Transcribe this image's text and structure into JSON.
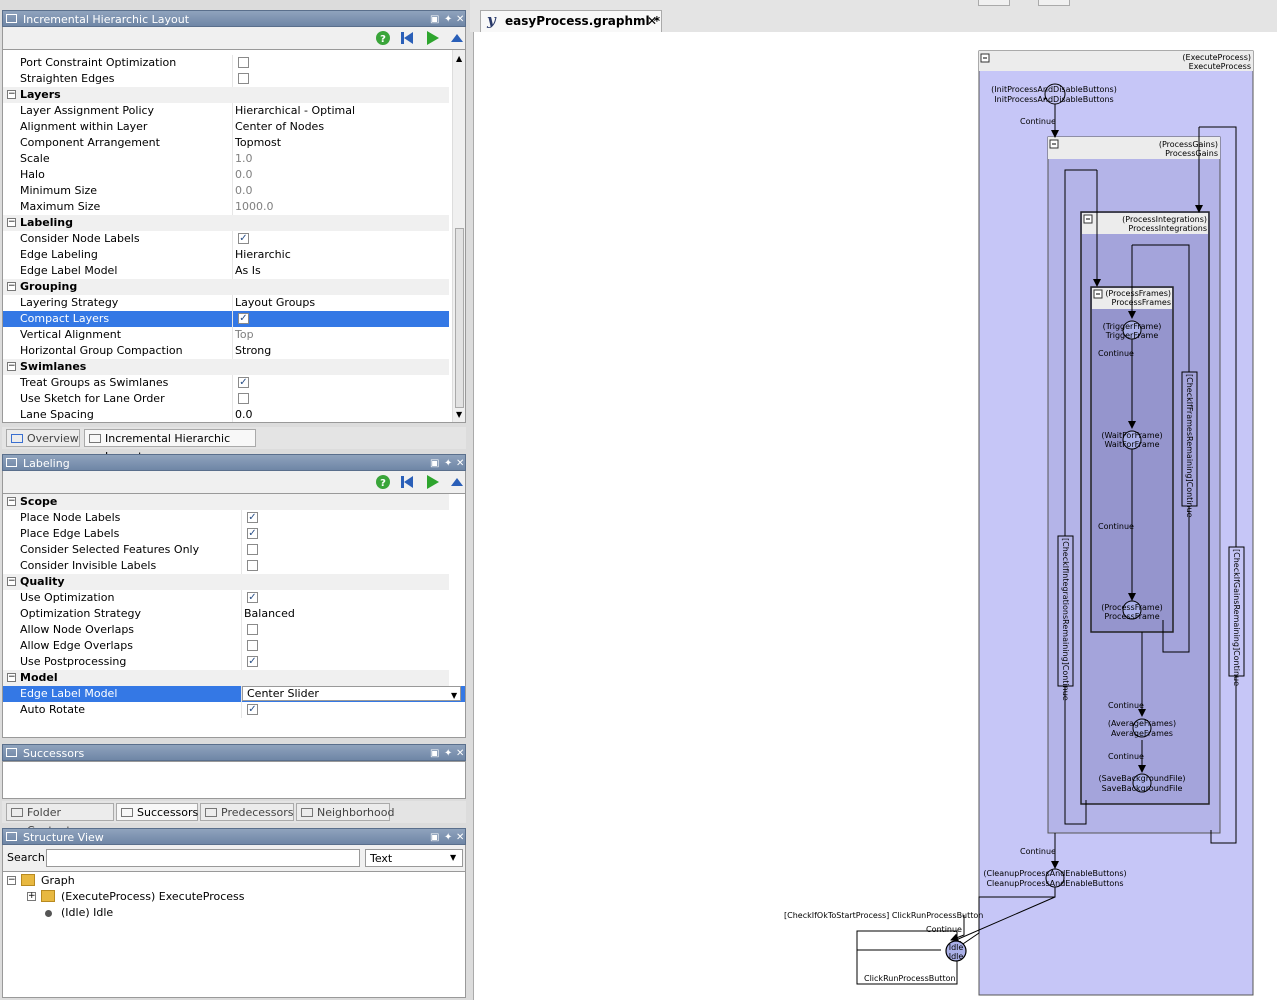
{
  "ihl_panel": {
    "title": "Incremental Hierarchic Layout",
    "rows": [
      {
        "type": "prop",
        "label": "Port Constraint Optimization",
        "value": "",
        "checkbox": true,
        "checked": false
      },
      {
        "type": "prop",
        "label": "Straighten Edges",
        "value": "",
        "checkbox": true,
        "checked": false
      },
      {
        "type": "cat",
        "label": "Layers"
      },
      {
        "type": "prop",
        "label": "Layer Assignment Policy",
        "value": "Hierarchical - Optimal"
      },
      {
        "type": "prop",
        "label": "Alignment within Layer",
        "value": "Center of Nodes"
      },
      {
        "type": "prop",
        "label": "Component Arrangement",
        "value": "Topmost"
      },
      {
        "type": "prop",
        "label": "Scale",
        "value": "1.0",
        "disabled": true
      },
      {
        "type": "prop",
        "label": "Halo",
        "value": "0.0",
        "disabled": true
      },
      {
        "type": "prop",
        "label": "Minimum Size",
        "value": "0.0",
        "disabled": true
      },
      {
        "type": "prop",
        "label": "Maximum Size",
        "value": "1000.0",
        "disabled": true
      },
      {
        "type": "cat",
        "label": "Labeling"
      },
      {
        "type": "prop",
        "label": "Consider Node Labels",
        "value": "",
        "checkbox": true,
        "checked": true
      },
      {
        "type": "prop",
        "label": "Edge Labeling",
        "value": "Hierarchic"
      },
      {
        "type": "prop",
        "label": "Edge Label Model",
        "value": "As Is"
      },
      {
        "type": "cat",
        "label": "Grouping"
      },
      {
        "type": "prop",
        "label": "Layering Strategy",
        "value": "Layout Groups"
      },
      {
        "type": "prop",
        "label": "Compact Layers",
        "value": "",
        "checkbox": true,
        "checked": true,
        "selected": true
      },
      {
        "type": "prop",
        "label": "Vertical Alignment",
        "value": "Top",
        "disabled": true
      },
      {
        "type": "prop",
        "label": "Horizontal Group Compaction",
        "value": "Strong"
      },
      {
        "type": "cat",
        "label": "Swimlanes"
      },
      {
        "type": "prop",
        "label": "Treat Groups as Swimlanes",
        "value": "",
        "checkbox": true,
        "checked": true
      },
      {
        "type": "prop",
        "label": "Use Sketch for Lane Order",
        "value": "",
        "checkbox": true,
        "checked": false
      },
      {
        "type": "prop",
        "label": "Lane Spacing",
        "value": "0.0"
      }
    ]
  },
  "tabs_top": [
    "Overview",
    "Incremental Hierarchic Layout"
  ],
  "labeling_panel": {
    "title": "Labeling",
    "rows": [
      {
        "type": "cat",
        "label": "Scope"
      },
      {
        "type": "prop",
        "label": "Place Node Labels",
        "value": "",
        "checkbox": true,
        "checked": true
      },
      {
        "type": "prop",
        "label": "Place Edge Labels",
        "value": "",
        "checkbox": true,
        "checked": true
      },
      {
        "type": "prop",
        "label": "Consider Selected Features Only",
        "value": "",
        "checkbox": true,
        "checked": false
      },
      {
        "type": "prop",
        "label": "Consider Invisible Labels",
        "value": "",
        "checkbox": true,
        "checked": false
      },
      {
        "type": "cat",
        "label": "Quality"
      },
      {
        "type": "prop",
        "label": "Use Optimization",
        "value": "",
        "checkbox": true,
        "checked": true
      },
      {
        "type": "prop",
        "label": "Optimization Strategy",
        "value": "Balanced"
      },
      {
        "type": "prop",
        "label": "Allow Node Overlaps",
        "value": "",
        "checkbox": true,
        "checked": false
      },
      {
        "type": "prop",
        "label": "Allow Edge Overlaps",
        "value": "",
        "checkbox": true,
        "checked": false
      },
      {
        "type": "prop",
        "label": "Use Postprocessing",
        "value": "",
        "checkbox": true,
        "checked": true
      },
      {
        "type": "cat",
        "label": "Model"
      },
      {
        "type": "prop",
        "label": "Edge Label Model",
        "value": "Center Slider",
        "selected": true,
        "dropdown": true
      },
      {
        "type": "prop",
        "label": "Auto Rotate",
        "value": "",
        "checkbox": true,
        "checked": true
      }
    ]
  },
  "successors_panel": {
    "title": "Successors"
  },
  "tabs_mid": [
    "Folder Contents",
    "Successors",
    "Predecessors",
    "Neighborhood"
  ],
  "structure_panel": {
    "title": "Structure View",
    "search_label": "Search",
    "search_value": "",
    "search_mode": "Text",
    "tree": {
      "root": "Graph",
      "children": [
        "(ExecuteProcess) ExecuteProcess",
        "(Idle) Idle"
      ]
    }
  },
  "editor": {
    "tab_label": "easyProcess.graphml *",
    "tab_icon": "yed-logo-icon"
  },
  "graph": {
    "groups": {
      "execute": [
        "(ExecuteProcess)",
        "ExecuteProcess"
      ],
      "gains": [
        "(ProcessGains)",
        "ProcessGains"
      ],
      "integrations": [
        "(ProcessIntegrations)",
        "ProcessIntegrations"
      ],
      "frames": [
        "(ProcessFrames)",
        "ProcessFrames"
      ]
    },
    "nodes": {
      "init": [
        "(InitProcessAndDisableButtons)",
        "InitProcessAndDisableButtons"
      ],
      "trigger": [
        "(TriggerFrame)",
        "TriggerFrame"
      ],
      "wait": [
        "(WaitForFrame)",
        "WaitForFrame"
      ],
      "process": [
        "(ProcessFrame)",
        "ProcessFrame"
      ],
      "average": [
        "(AverageFrames)",
        "AverageFrames"
      ],
      "save": [
        "(SaveBackgroundFile)",
        "SaveBackgroundFile"
      ],
      "cleanup": [
        "(CleanupProcessAndEnableButtons)",
        "CleanupProcessAndEnableButtons"
      ],
      "idle": [
        "Idle",
        "Idle"
      ]
    },
    "edge_labels": {
      "continue": "Continue",
      "check_start": "[CheckIfOkToStartProcess] ClickRunProcessButton",
      "click_run": "ClickRunProcessButton",
      "check_frames": "[CheckIfFramesRemaining]Continue",
      "check_integrations": "[CheckIfIntegrationsRemaining]Continue",
      "check_gains": "[CheckIfGainsRemaining]Continue"
    },
    "colors": {
      "execute_fill": "#c6c6f7",
      "gains_fill": "#b4b4e8",
      "integrations_fill": "#a4a4db",
      "frames_fill": "#9595cd",
      "header_fill": "#ececec",
      "node_fill": "#aab0e8"
    }
  }
}
